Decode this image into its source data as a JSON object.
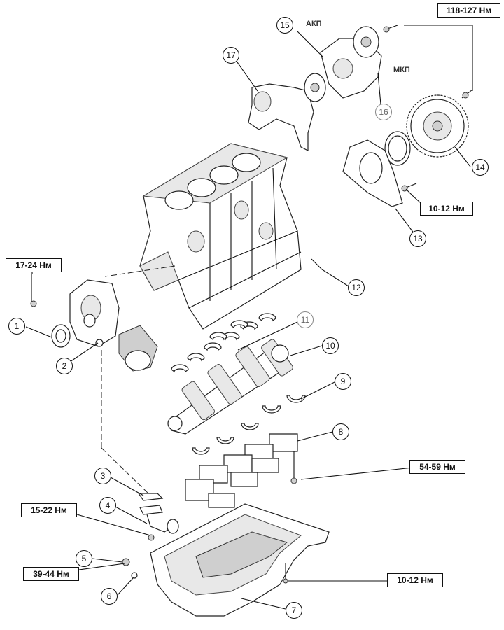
{
  "torque_specs": {
    "t_flywheel": "118-127 Нм",
    "t_rear_seal": "10-12 Нм",
    "t_oilpump_bolt": "17-24 Нм",
    "t_main_caps": "54-59 Нм",
    "t_pickup": "15-22 Нм",
    "t_drain_plug": "39-44 Нм",
    "t_oilpan": "10-12 Нм"
  },
  "labels": {
    "akp": "АКП",
    "mkp": "МКП"
  },
  "callouts": {
    "c1": "1",
    "c2": "2",
    "c3": "3",
    "c4": "4",
    "c5": "5",
    "c6": "6",
    "c7": "7",
    "c8": "8",
    "c9": "9",
    "c10": "10",
    "c11": "11",
    "c12": "12",
    "c13": "13",
    "c14": "14",
    "c15": "15",
    "c16": "16",
    "c17": "17"
  }
}
